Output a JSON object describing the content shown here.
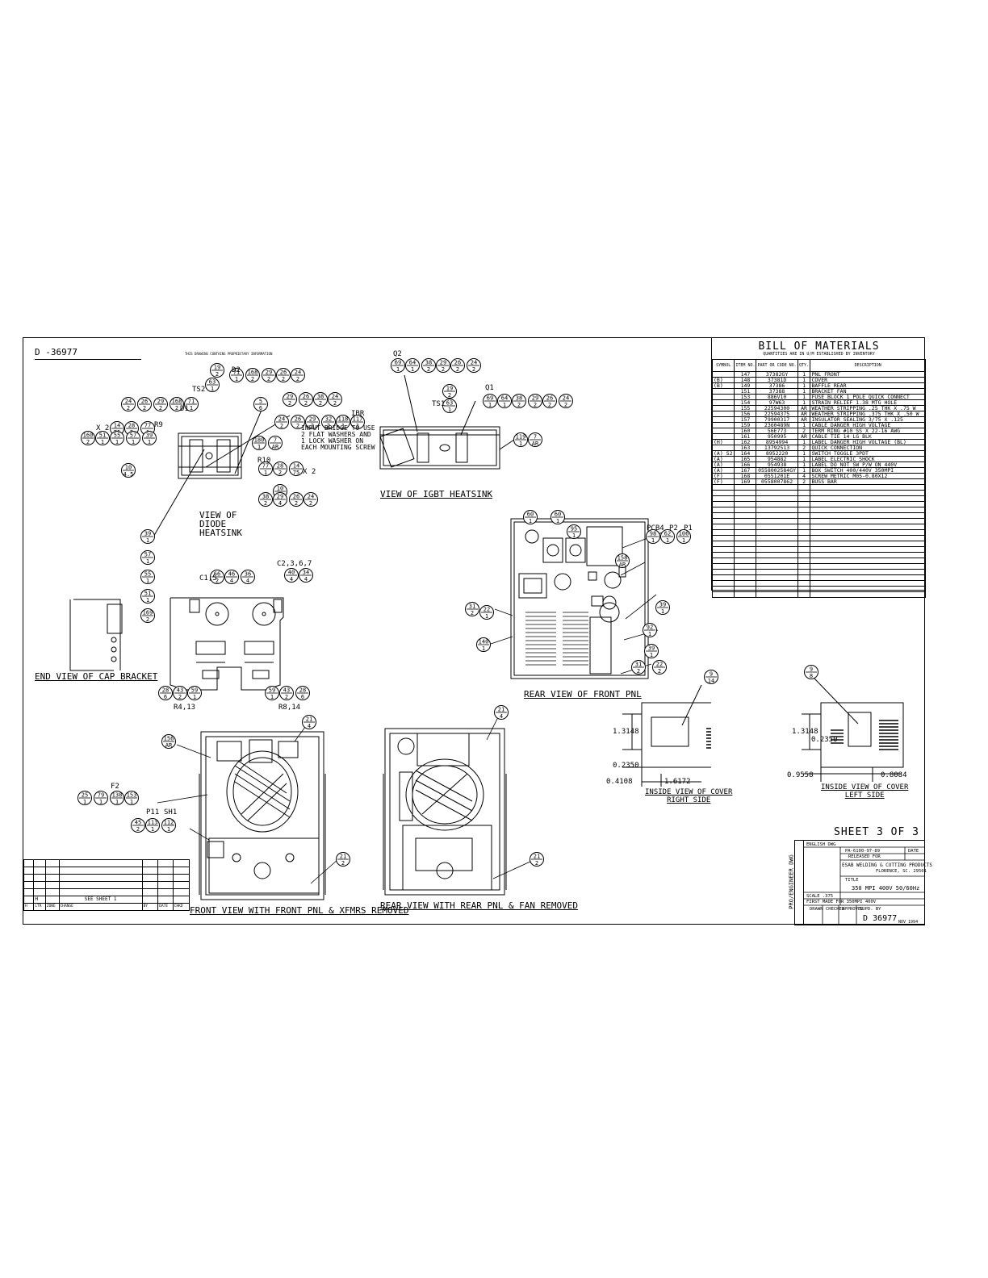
{
  "drawing": {
    "number_top": "D -36977",
    "number_bottom": "D 36977",
    "sheet": "SHEET 3 OF 3",
    "warning_note": "THIS DRAWING CONTAINS PROPRIETARY INFORMATION",
    "date_code": "NOV 1994"
  },
  "views": {
    "diode_heatsink": "VIEW OF\nDIODE\nHEATSINK",
    "igbt_heatsink": "VIEW OF IGBT HEATSINK",
    "rear_front_pnl": "REAR VIEW OF FRONT PNL",
    "end_cap_bracket": "END VIEW OF CAP BRACKET",
    "front_view": "FRONT VIEW WITH FRONT PNL & XFMRS REMOVED",
    "rear_view": "REAR VIEW WITH REAR PNL & FAN REMOVED",
    "cover_right": "INSIDE VIEW OF COVER\nRIGHT SIDE",
    "cover_left": "INSIDE VIEW OF COVER\nLEFT SIDE"
  },
  "notes": {
    "input_bridge": "INPUT BRIDGE TO USE\n2 FLAT WASHERS AND\n1 LOCK WASHER ON\nEACH MOUNTING SCREW"
  },
  "labels": {
    "d1": "D1",
    "d2": "D2",
    "ts2": "TS2",
    "ts1": "TS1",
    "r9": "R9",
    "r10": "R10",
    "ibr": "IBR",
    "x2a": "X 2",
    "x2b": "X 2",
    "q1": "Q1",
    "q2": "Q2",
    "c15": "C1,5",
    "c2367": "C2,3,6,7",
    "r413": "R4,13",
    "r814": "R8,14",
    "pcb4": "PCB4",
    "p2": "P2",
    "p1": "P1",
    "f2": "F2",
    "p11": "P11",
    "sh1": "SH1"
  },
  "dimensions": {
    "r_h": "1.3148",
    "r_a": "0.2350",
    "r_b": "0.4108",
    "r_w": "1.6172",
    "l_h": "1.3148",
    "l_a": "0.2350",
    "l_b": "0.9558",
    "l_w": "0.8084"
  },
  "bom": {
    "title": "BILL OF MATERIALS",
    "subtitle": "QUANTITIES ARE IN U/M ESTABLISHED BY INVENTORY",
    "headers": [
      "SYMBOL",
      "ITEM NO.",
      "PART OR CODE NO.",
      "QTY.",
      "DESCRIPTION"
    ],
    "rows": [
      [
        "",
        "",
        "147",
        "37382GY",
        "1",
        "PNL FRONT"
      ],
      [
        "B",
        "",
        "148",
        "37381D",
        "1",
        "COVER"
      ],
      [
        "B",
        "",
        "149",
        "37386",
        "1",
        "BAFFLE REAR"
      ],
      [
        "",
        "",
        "151",
        "37388",
        "1",
        "BRACKET FAN"
      ],
      [
        "",
        "",
        "153",
        "886V10",
        "1",
        "FUSE BLOCK 1 POLE QUICK CONNECT"
      ],
      [
        "",
        "",
        "154",
        "97W63",
        "1",
        "STRAIN RELIEF 1.38 MTG HOLE"
      ],
      [
        "",
        "",
        "155",
        "22594300",
        "AR",
        "WEATHER STRIPPING .25 THK X .75 W"
      ],
      [
        "",
        "",
        "156",
        "22594375",
        "AR",
        "WEATHER STRIPPING .375 THK X .50 W"
      ],
      [
        "",
        "",
        "157",
        "79900317",
        "AR",
        "INSULATOR SEALING 3/75 X .125"
      ],
      [
        "",
        "",
        "159",
        "2360489N",
        "1",
        "CABLE DANGER HIGH VOLTAGE"
      ],
      [
        "",
        "",
        "160",
        "56E773",
        "2",
        "TERM RING #10 SS X 22-16 AWG"
      ],
      [
        "",
        "",
        "161",
        "950995",
        "AR",
        "CABLE TIE 14 LG BLK"
      ],
      [
        "H",
        "",
        "162",
        "8954994",
        "1",
        "LABEL DANGER HIGH VOLTAGE (BL)"
      ],
      [
        "",
        "",
        "163",
        "13792513",
        "2",
        "QUICK CONNECTION"
      ],
      [
        "A",
        "S2",
        "164",
        "8952220",
        "1",
        "SWITCH TOGGLE 3PDT"
      ],
      [
        "A",
        "",
        "165",
        "954882",
        "1",
        "LABEL ELECTRIC SHOCK"
      ],
      [
        "A",
        "",
        "166",
        "954938",
        "1",
        "LABEL DO NOT SW P/W ON 440V"
      ],
      [
        "A",
        "",
        "167",
        "0558002584GY",
        "1",
        "BOX SWITCH 400/440V 350MPI"
      ],
      [
        "F",
        "",
        "168",
        "0551201E",
        "4",
        "SCREW METRIC M05-0.80X12"
      ],
      [
        "F",
        "",
        "169",
        "0558007862",
        "2",
        "BUSS BAR"
      ]
    ]
  },
  "revision": {
    "rev": "H",
    "change": "SEE SHEET 1",
    "headers": [
      "H",
      "LTR",
      "ZONE",
      "CHANGE",
      "BY",
      "DATE",
      "CHKD"
    ]
  },
  "title_block": {
    "side": "PRO/ENGINEER DWG",
    "english": "ENGLISH DWG",
    "released": "RELEASED FOR",
    "company": "ESAB WELDING & CUTTING PRODUCTS",
    "city": "FLORENCE, SC. 29501",
    "title_lbl": "TITLE",
    "title": "350 MPI 400V 50/60Hz",
    "scale": "SCALE .375",
    "first": "FIRST MADE FOR 350MPI 400V",
    "drawn": "DRAWN",
    "checked": "CHECKED",
    "approved": "APPROVED",
    "sup": "SUPD. BY",
    "sub": "PA-6100-97-89",
    "date": "DATE"
  }
}
